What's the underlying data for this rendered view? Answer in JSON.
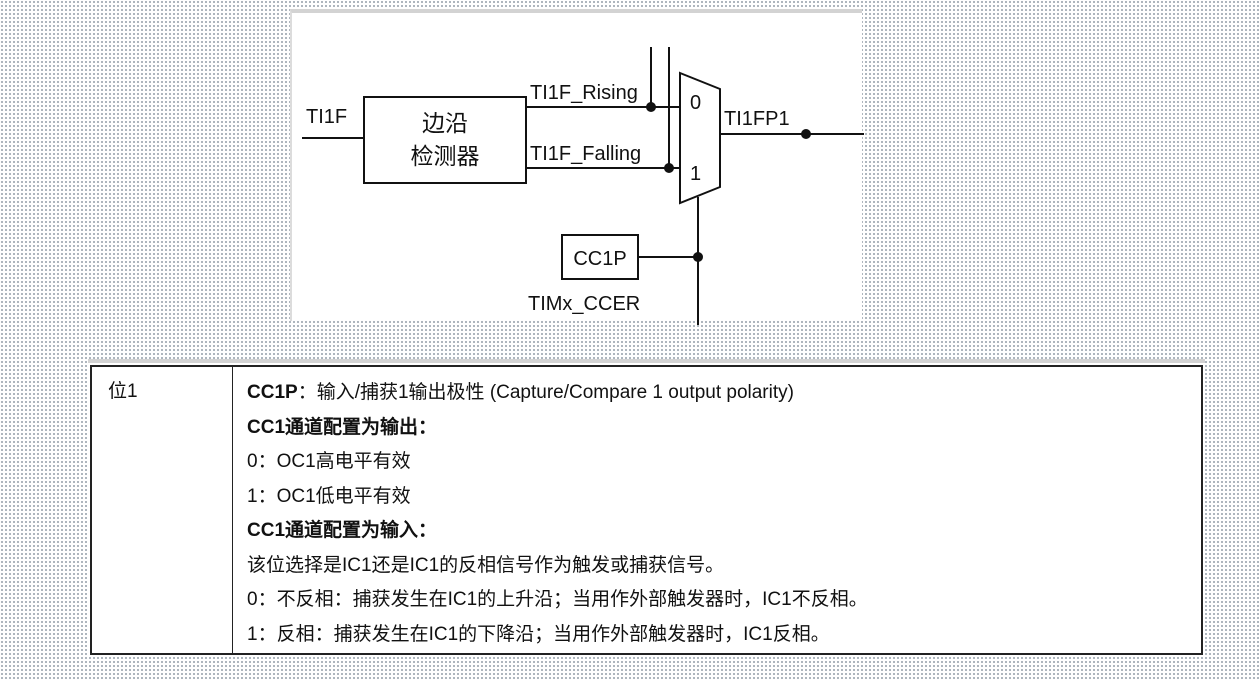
{
  "diagram": {
    "input_label": "TI1F",
    "edge_detector_line1": "边沿",
    "edge_detector_line2": "检测器",
    "rising_label": "TI1F_Rising",
    "falling_label": "TI1F_Falling",
    "mux_input_0": "0",
    "mux_input_1": "1",
    "output_label": "TI1FP1",
    "ccp_register": "CC1P",
    "register_name": "TIMx_CCER"
  },
  "table": {
    "bit_label": "位1",
    "field_name": "CC1P",
    "field_desc": "：输入/捕获1输出极性 (Capture/Compare 1 output polarity)",
    "output_heading": "CC1通道配置为输出：",
    "output_0": "0：OC1高电平有效",
    "output_1": "1：OC1低电平有效",
    "input_heading": "CC1通道配置为输入：",
    "input_desc": "该位选择是IC1还是IC1的反相信号作为触发或捕获信号。",
    "input_0": "0：不反相：捕获发生在IC1的上升沿；当用作外部触发器时，IC1不反相。",
    "input_1": "1：反相：捕获发生在IC1的下降沿；当用作外部触发器时，IC1反相。"
  }
}
